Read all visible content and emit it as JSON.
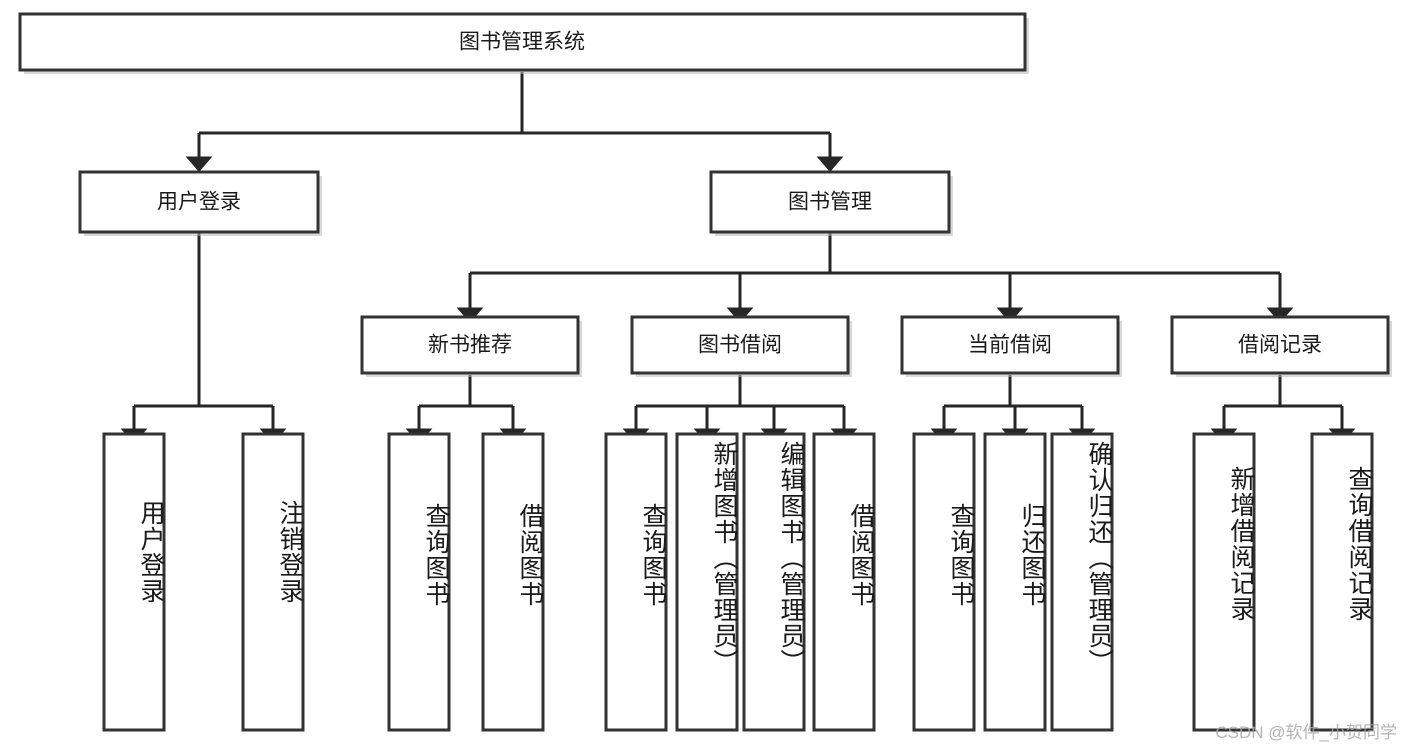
{
  "diagram": {
    "type": "tree-hierarchy-chart",
    "title_node": {
      "label": "图书管理系统"
    },
    "level1": [
      {
        "id": "user-login",
        "label": "用户登录"
      },
      {
        "id": "book-manage",
        "label": "图书管理"
      }
    ],
    "level2": [
      {
        "id": "new-book-recommend",
        "label": "新书推荐",
        "parent": "book-manage"
      },
      {
        "id": "book-borrow",
        "label": "图书借阅",
        "parent": "book-manage"
      },
      {
        "id": "current-borrow",
        "label": "当前借阅",
        "parent": "book-manage"
      },
      {
        "id": "borrow-record",
        "label": "借阅记录",
        "parent": "book-manage"
      }
    ],
    "leaves": [
      {
        "id": "leaf-user-login",
        "label": "用户登录",
        "parent": "user-login"
      },
      {
        "id": "leaf-logout-login",
        "label": "注销登录",
        "parent": "user-login"
      },
      {
        "id": "leaf-query-book-1",
        "label": "查询图书",
        "parent": "new-book-recommend"
      },
      {
        "id": "leaf-borrow-book-1",
        "label": "借阅图书",
        "parent": "new-book-recommend"
      },
      {
        "id": "leaf-query-book-2",
        "label": "查询图书",
        "parent": "book-borrow"
      },
      {
        "id": "leaf-add-book",
        "label": "新增图书（管理员）",
        "parent": "book-borrow"
      },
      {
        "id": "leaf-edit-book",
        "label": "编辑图书（管理员）",
        "parent": "book-borrow"
      },
      {
        "id": "leaf-borrow-book-2",
        "label": "借阅图书",
        "parent": "book-borrow"
      },
      {
        "id": "leaf-query-book-3",
        "label": "查询图书",
        "parent": "current-borrow"
      },
      {
        "id": "leaf-return-book",
        "label": "归还图书",
        "parent": "current-borrow"
      },
      {
        "id": "leaf-confirm-return",
        "label": "确认归还（管理员）",
        "parent": "current-borrow"
      },
      {
        "id": "leaf-add-record",
        "label": "新增借阅记录",
        "parent": "borrow-record"
      },
      {
        "id": "leaf-query-record",
        "label": "查询借阅记录",
        "parent": "borrow-record"
      }
    ],
    "colors": {
      "box_stroke": "#333333",
      "box_fill": "#ffffff",
      "connector": "#262626",
      "text": "#1a1a1a",
      "watermark": "#a8a8a8"
    }
  },
  "watermark": {
    "text": "CSDN @软件_小贺同学"
  }
}
